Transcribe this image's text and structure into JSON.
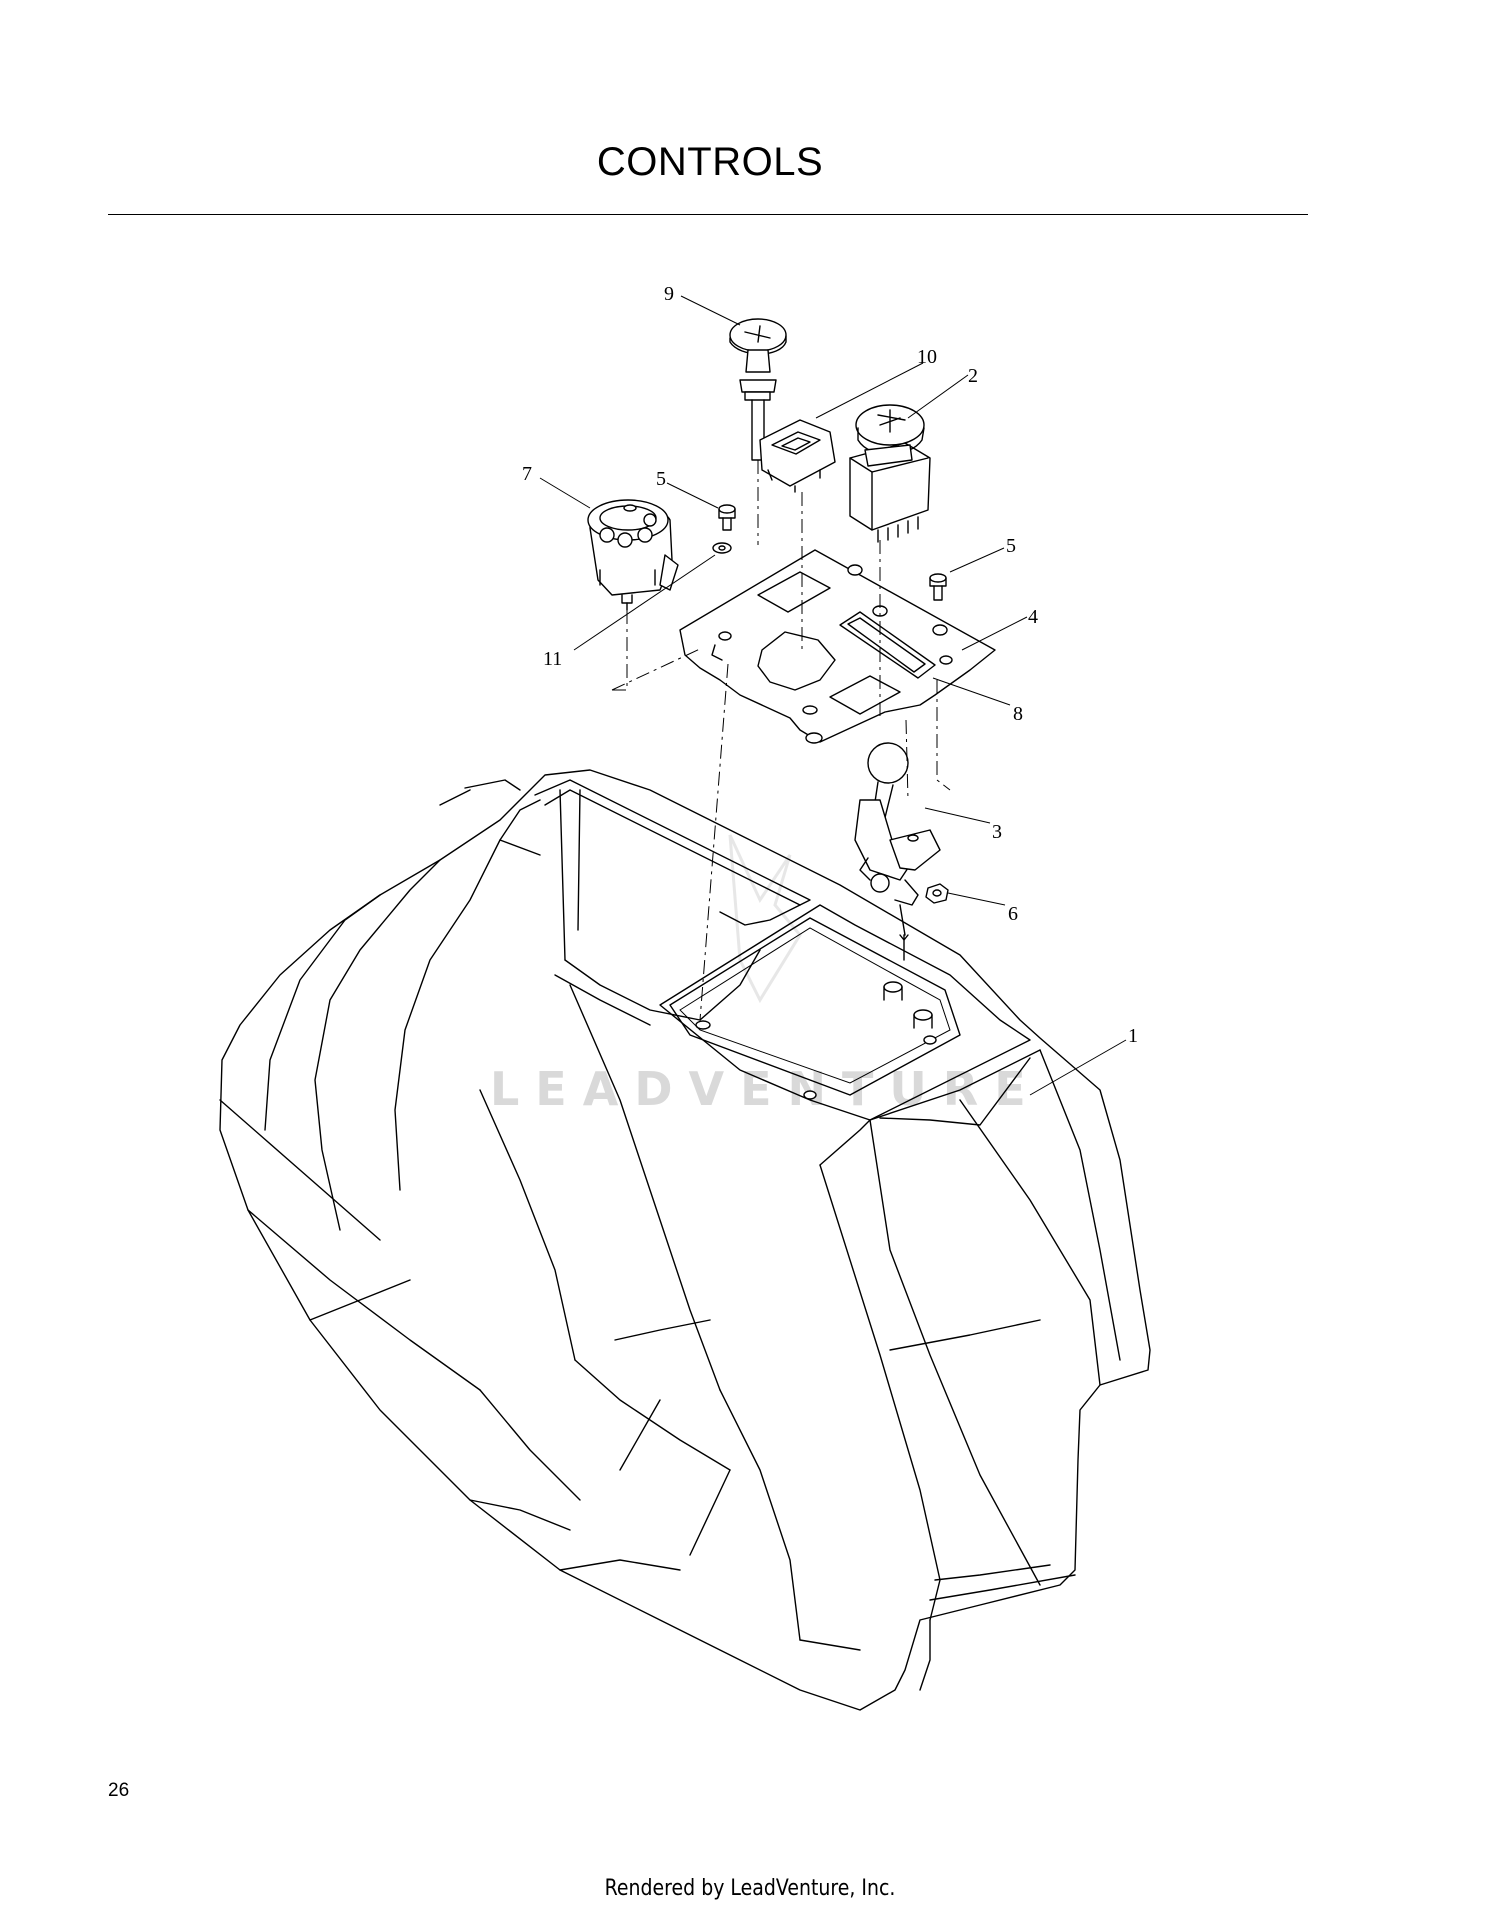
{
  "page": {
    "title": "CONTROLS",
    "page_number": "26",
    "footer": "Rendered by LeadVenture, Inc.",
    "watermark": "LEADVENTURE"
  },
  "callouts": [
    "1",
    "2",
    "3",
    "4",
    "5",
    "5",
    "6",
    "7",
    "8",
    "9",
    "10",
    "11"
  ],
  "colors": {
    "line": "#000000",
    "watermark": "#d9d9d9",
    "background": "#ffffff"
  }
}
